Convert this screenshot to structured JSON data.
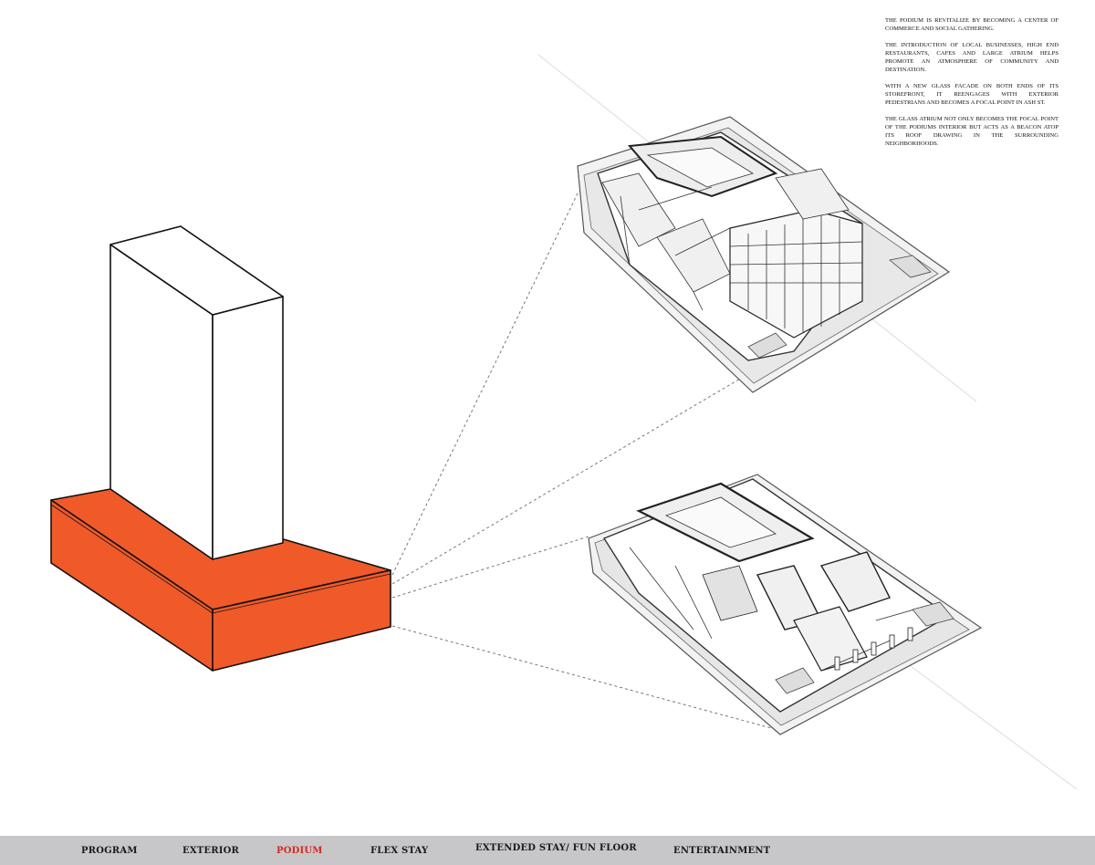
{
  "description": {
    "paragraphs": [
      "THE PODIUM IS REVITALIZE BY BECOMING A CENTER OF COMMERCE AND SOCIAL GATHERING.",
      "THE INTRODUCTION OF LOCAL BUSINESSES, HIGH END RESTAURANTS, CAFES AND LARGE ATRIUM HELPS PROMOTE AN ATMOSPHERE OF COMMUNITY AND DESTINATION.",
      "WITH A NEW GLASS FACADE ON BOTH ENDS OF ITS STOREFRONT, IT REENGAGES WITH EXTERIOR PEDESTRIANS AND BECOMES A FOCAL POINT IN ASH ST.",
      "THE GLASS ATRIUM NOT ONLY BECOMES THE FOCAL POINT OF THE PODIUMS INTERIOR BUT ACTS AS A BEACON ATOP ITS ROOF DRAWING IN THE SURROUNDING NEIGHBORHOODS."
    ]
  },
  "colors": {
    "podium": "#f05a28",
    "tower": "#ffffff",
    "nav_bg": "#c7c7c9",
    "nav_active": "#d8261f"
  },
  "nav": {
    "active": "PODIUM",
    "items": [
      "PROGRAM",
      "EXTERIOR",
      "PODIUM",
      "FLEX STAY",
      "EXTENDED STAY/ FUN FLOOR",
      "ENTERTAINMENT"
    ]
  }
}
